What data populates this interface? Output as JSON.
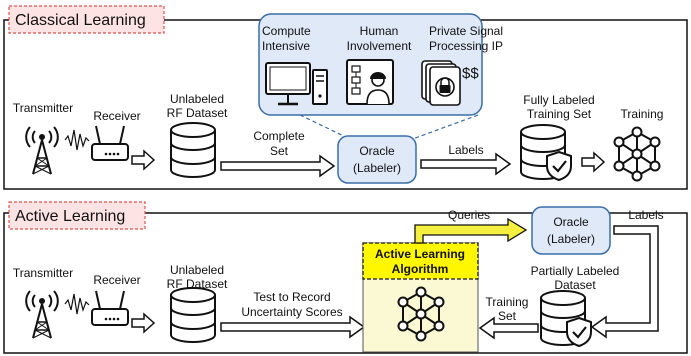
{
  "classical": {
    "title": "Classical Learning",
    "transmitter": "Transmitter",
    "receiver": "Receiver",
    "unlabeled_1": "Unlabeled",
    "unlabeled_2": "RF Dataset",
    "complete_1": "Complete",
    "complete_2": "Set",
    "oracle_1": "Oracle",
    "oracle_2": "(Labeler)",
    "labels": "Labels",
    "fully_1": "Fully Labeled",
    "fully_2": "Training Set",
    "training": "Training",
    "callout": {
      "compute_1": "Compute",
      "compute_2": "Intensive",
      "human_1": "Human",
      "human_2": "Involvement",
      "private_1": "Private Signal",
      "private_2": "Processing IP",
      "dollars": "$$"
    }
  },
  "active": {
    "title": "Active Learning",
    "transmitter": "Transmitter",
    "receiver": "Receiver",
    "unlabeled_1": "Unlabeled",
    "unlabeled_2": "RF Dataset",
    "test_1": "Test to Record",
    "test_2": "Uncertainty Scores",
    "algorithm_1": "Active Learning",
    "algorithm_2": "Algorithm",
    "queries": "Queries",
    "oracle_1": "Oracle",
    "oracle_2": "(Labeler)",
    "labels": "Labels",
    "partial_1": "Partially Labeled",
    "partial_2": "Dataset",
    "training_1": "Training",
    "training_2": "Set"
  },
  "colors": {
    "title_fill": "#fde3e3",
    "title_border": "#d9534f",
    "callout_fill": "#dfe9f7",
    "callout_border": "#3a6ea5",
    "algorithm_fill": "#fff700",
    "algorithm_panel": "#fbf9d3",
    "arrow_yellow": "#f5f040"
  }
}
